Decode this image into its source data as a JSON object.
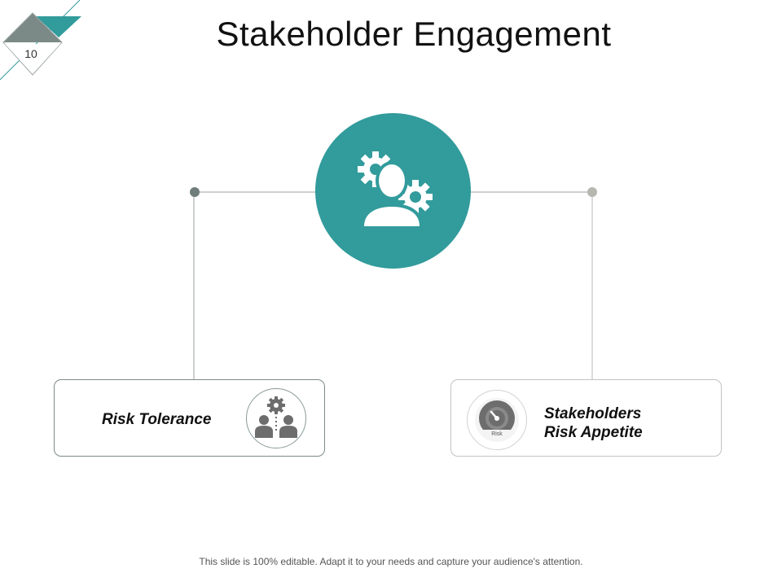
{
  "slide": {
    "page_number": "10",
    "title": "Stakeholder Engagement",
    "footer": "This slide is 100% editable. Adapt it to your needs and capture your audience's attention."
  },
  "hub": {
    "icon": "stakeholder-gears-icon"
  },
  "cards": {
    "left": {
      "label": "Risk Tolerance",
      "icon": "people-gear-icon"
    },
    "right": {
      "label_line1": "Stakeholders",
      "label_line2": "Risk Appetite",
      "icon": "risk-gauge-icon",
      "gauge_text": "Risk"
    }
  },
  "colors": {
    "accent_teal": "#329b9c",
    "corner_gray": "#7c8a87",
    "icon_gray": "#6d6d6d",
    "connector": "#9aa0a0"
  }
}
